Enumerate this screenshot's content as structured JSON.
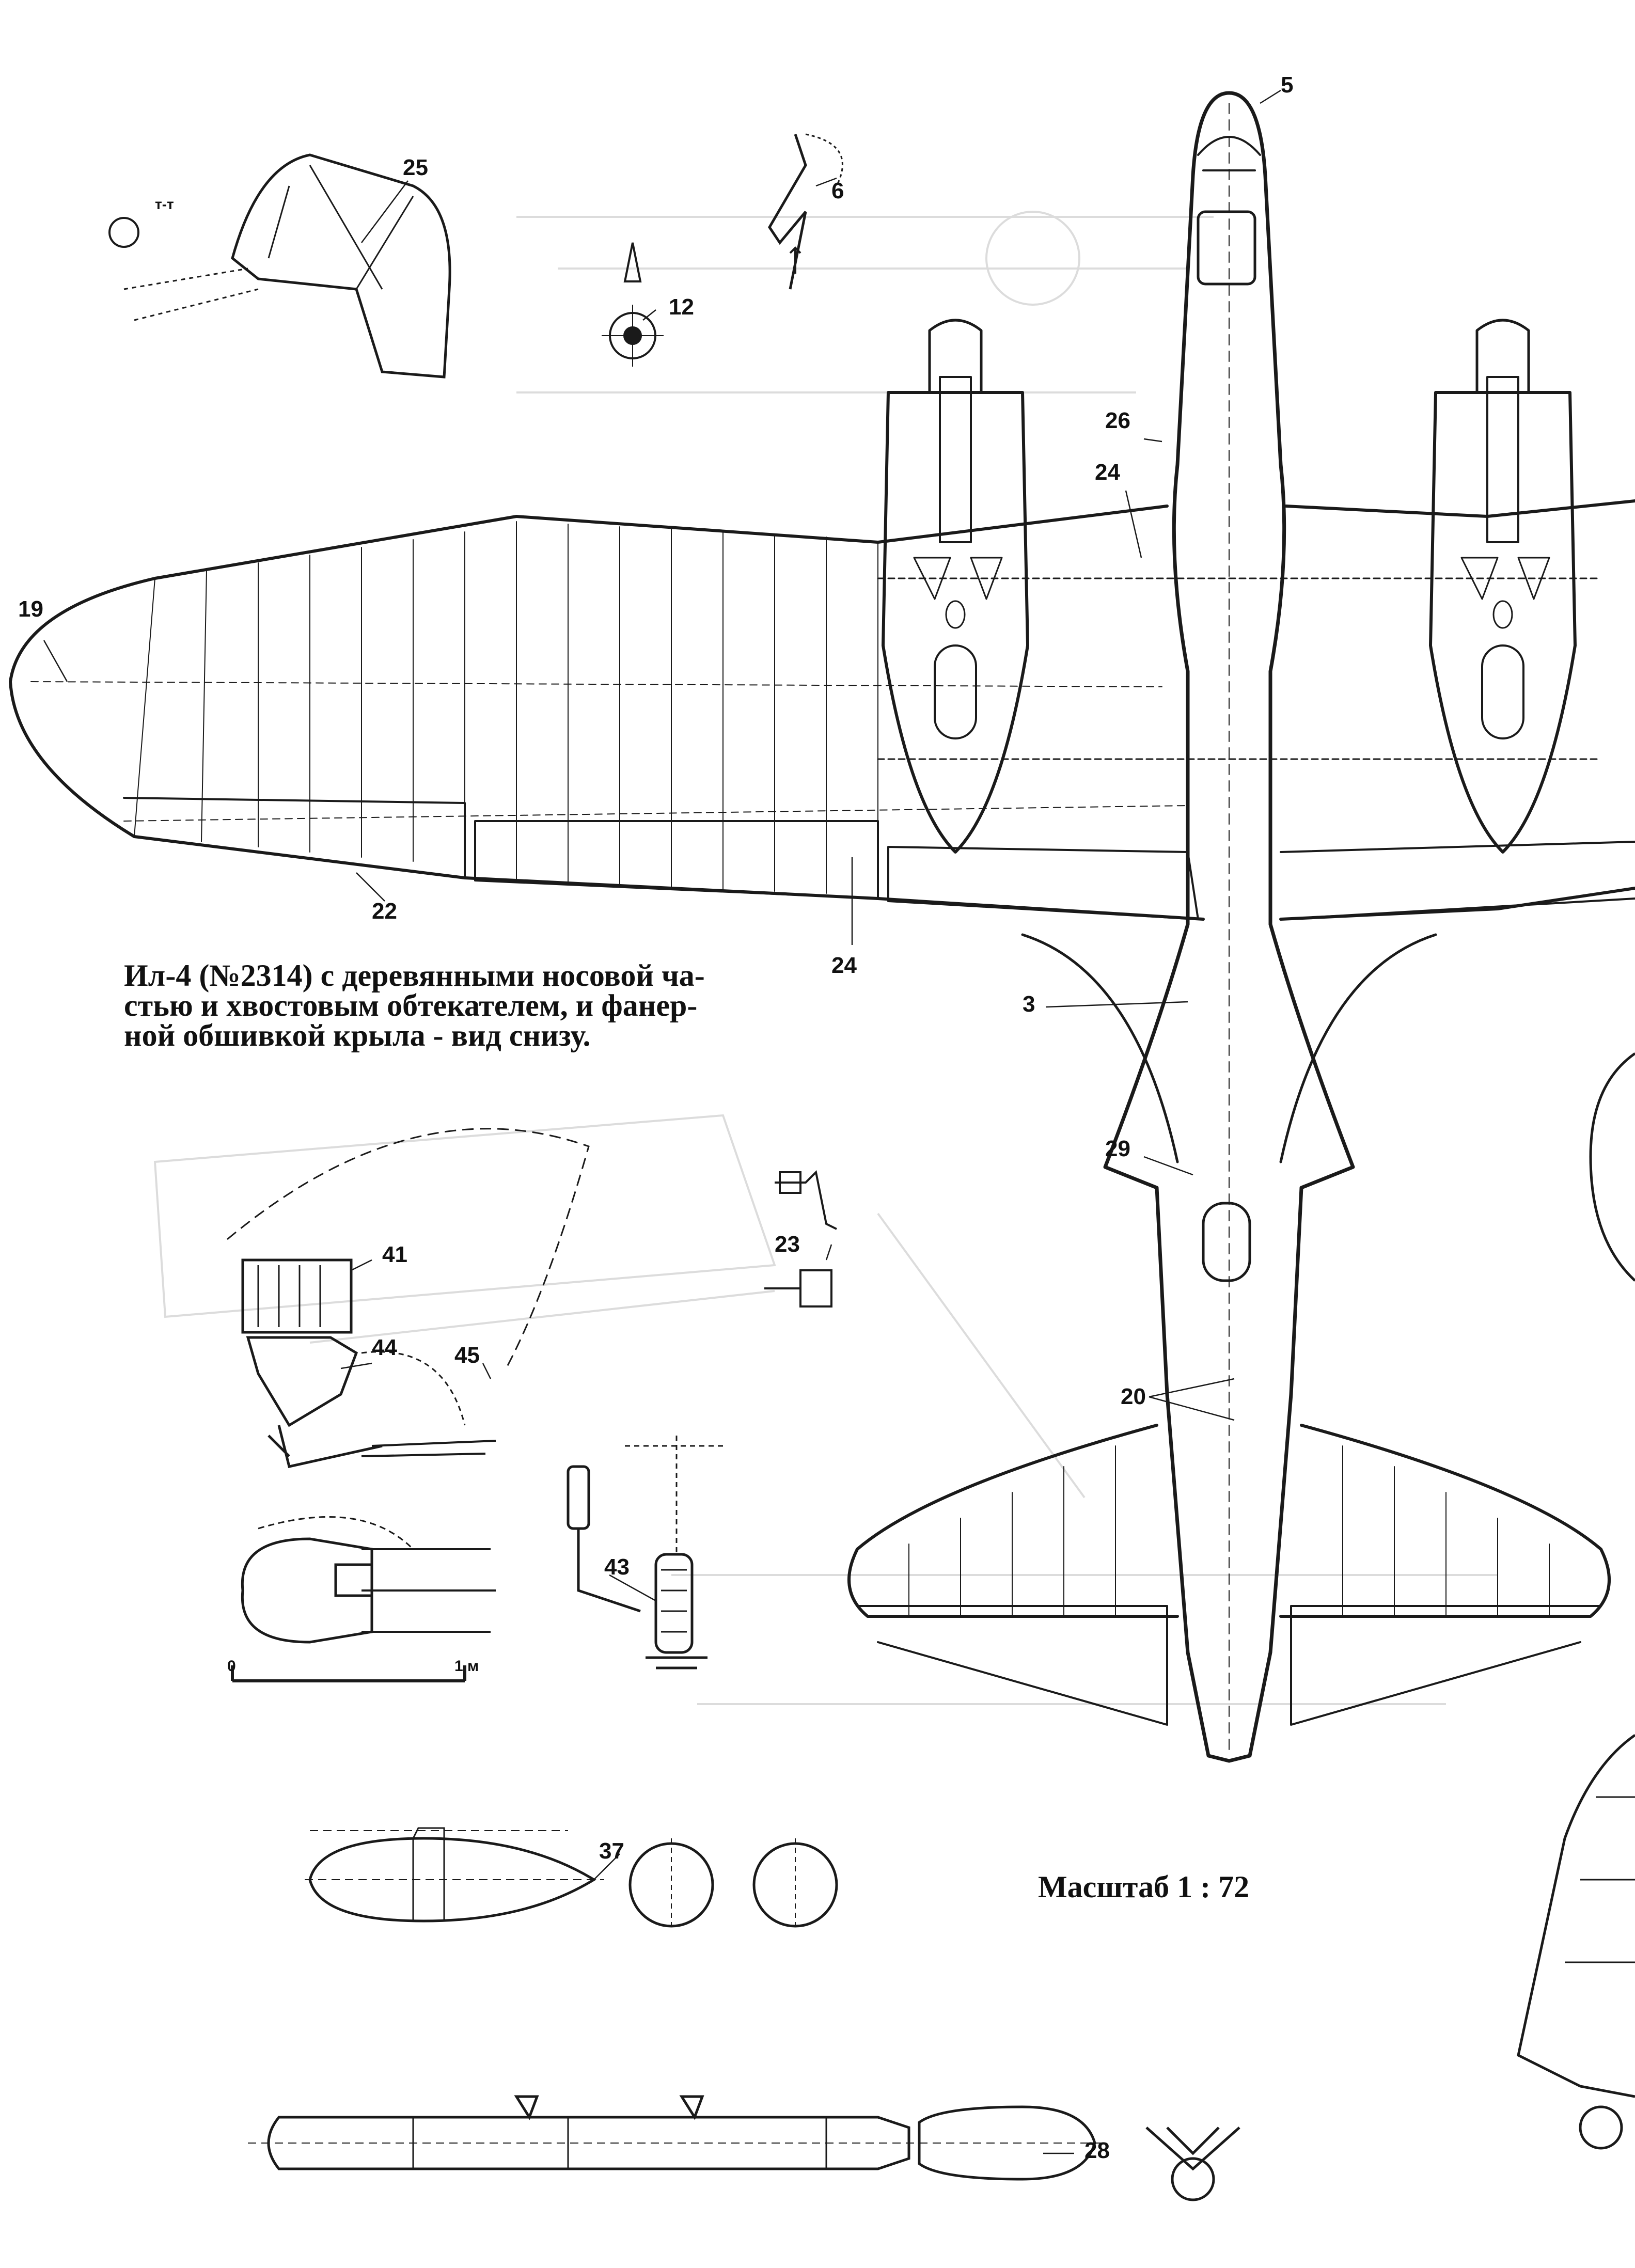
{
  "caption": {
    "lines": [
      "Ил-4 (№2314) с деревянными носовой ча-",
      "стью и хвостовым обтекателем, и фанер-",
      "ной обшивкой крыла - вид снизу."
    ]
  },
  "scale_note": "Масштаб 1 : 72",
  "section_mark": "т-т",
  "ruler": {
    "start": "0",
    "end": "1 м"
  },
  "callouts": {
    "c5": "5",
    "c25": "25",
    "c6": "6",
    "c12": "12",
    "c26": "26",
    "c24a": "24",
    "c19": "19",
    "c22": "22",
    "c24b": "24",
    "c3": "3",
    "c29": "29",
    "c23": "23",
    "c41": "41",
    "c44": "44",
    "c45": "45",
    "c20": "20",
    "c43": "43",
    "c37": "37",
    "c28": "28"
  },
  "colors": {
    "ink": "#1a1a1a",
    "paper": "#ffffff",
    "ghost": "#d9d9d9"
  }
}
